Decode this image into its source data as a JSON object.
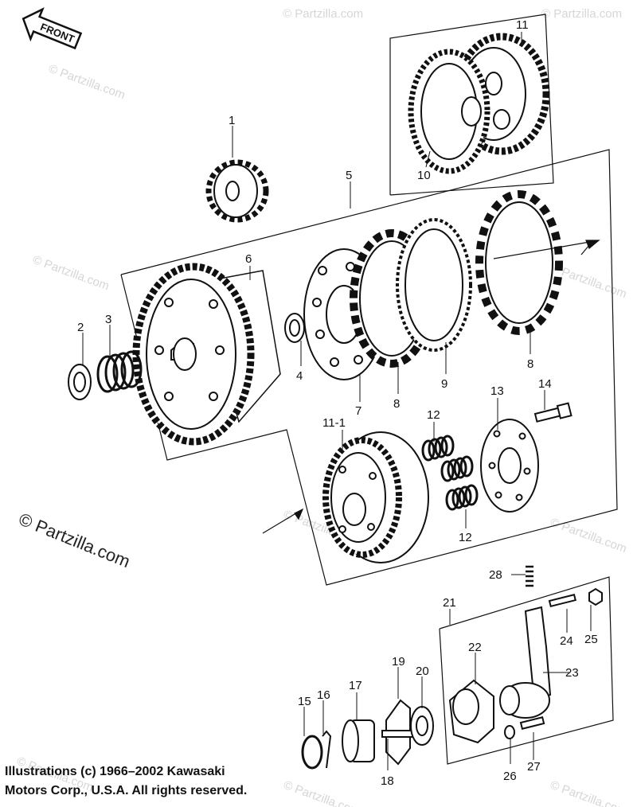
{
  "diagram": {
    "front_label": "FRONT",
    "watermark": "© Partzilla.com",
    "copyright_lines": [
      "Illustrations (c) 1966–2002 Kawasaki",
      "Motors Corp., U.S.A.  All rights reserved."
    ],
    "callouts": {
      "c1": "1",
      "c2": "2",
      "c3": "3",
      "c4": "4",
      "c5": "5",
      "c6": "6",
      "c7": "7",
      "c8a": "8",
      "c8b": "8",
      "c9": "9",
      "c10": "10",
      "c11": "11",
      "c11_1": "11-1",
      "c12a": "12",
      "c12b": "12",
      "c13": "13",
      "c14": "14",
      "c15": "15",
      "c16": "16",
      "c17": "17",
      "c18": "18",
      "c19": "19",
      "c20": "20",
      "c21": "21",
      "c22": "22",
      "c23": "23",
      "c24": "24",
      "c25": "25",
      "c26": "26",
      "c27": "27",
      "c28": "28"
    }
  }
}
